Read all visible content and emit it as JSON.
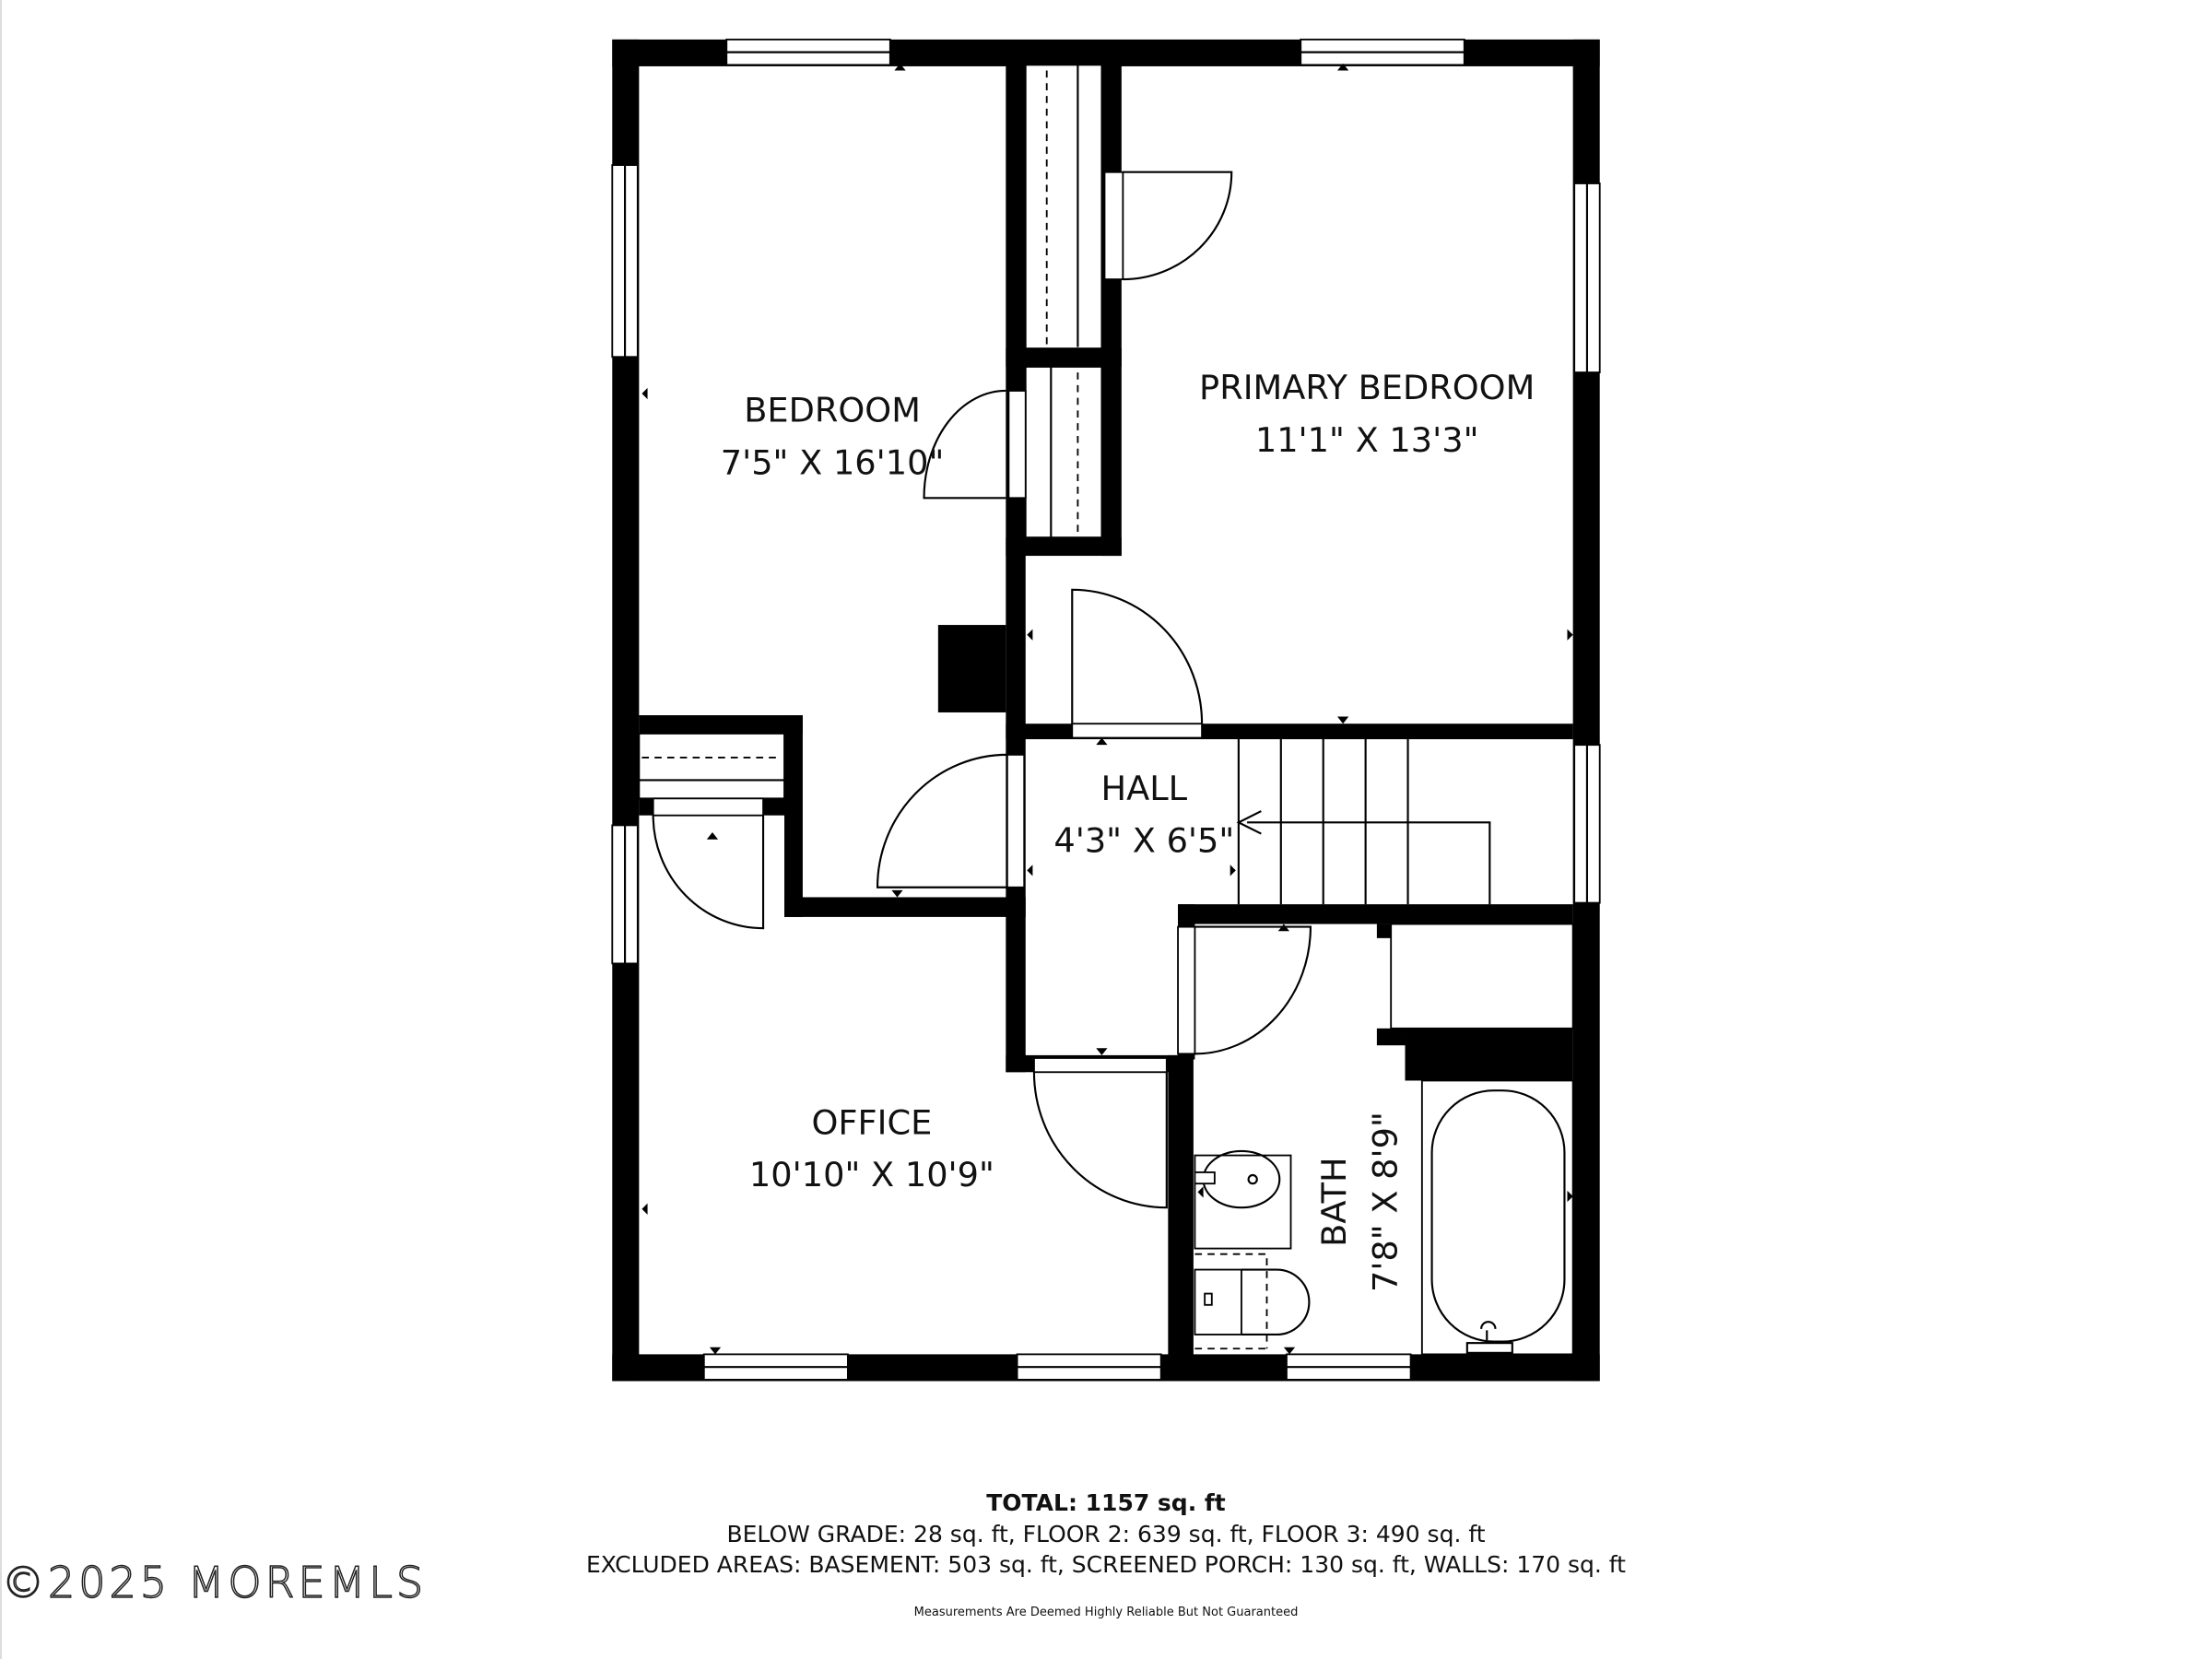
{
  "rooms": {
    "bedroom": {
      "name": "BEDROOM",
      "dims": "7'5\" X 16'10\""
    },
    "primary_bedroom": {
      "name": "PRIMARY BEDROOM",
      "dims": "11'1\" X 13'3\""
    },
    "hall": {
      "name": "HALL",
      "dims": "4'3\" X 6'5\""
    },
    "office": {
      "name": "OFFICE",
      "dims": "10'10\" X 10'9\""
    },
    "bath": {
      "name": "BATH",
      "dims": "7'8\" X 8'9\""
    }
  },
  "footer": {
    "total": "TOTAL: 1157 sq. ft",
    "line2": "BELOW GRADE: 28 sq. ft, FLOOR 2: 639 sq. ft, FLOOR 3: 490 sq. ft",
    "line3": "EXCLUDED AREAS: BASEMENT: 503 sq. ft, SCREENED PORCH: 130 sq. ft, WALLS: 170 sq. ft",
    "disclaimer": "Measurements Are Deemed Highly Reliable But Not Guaranteed"
  },
  "watermark": "©2025 MOREMLS",
  "colors": {
    "wall": "#000000",
    "background": "#ffffff"
  }
}
